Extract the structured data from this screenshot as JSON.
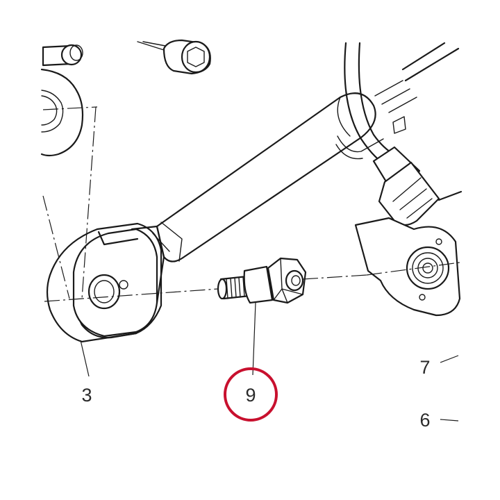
{
  "callouts": {
    "part_3": "3",
    "part_9": "9",
    "part_7": "7",
    "part_6": "6"
  },
  "highlight": {
    "target_part": "9",
    "color": "#c8102e"
  },
  "colors": {
    "ink": "#1a1a1a",
    "background": "#ffffff",
    "label": "#2a2a2a"
  }
}
